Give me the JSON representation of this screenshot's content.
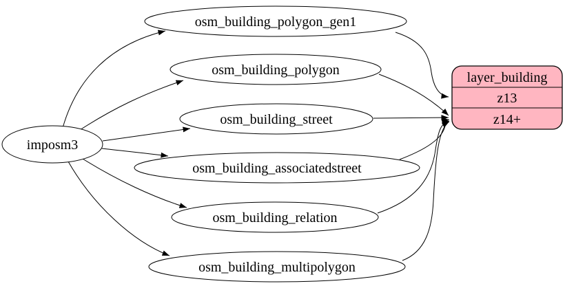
{
  "diagram": {
    "type": "etl-flow-graph",
    "background_color": "#ffffff",
    "edge_color": "#000000",
    "node_stroke_color": "#000000",
    "node_fill_color": "#ffffff"
  },
  "source_node": {
    "label": "imposm3"
  },
  "table_nodes": [
    {
      "label": "osm_building_polygon_gen1"
    },
    {
      "label": "osm_building_polygon"
    },
    {
      "label": "osm_building_street"
    },
    {
      "label": "osm_building_associatedstreet"
    },
    {
      "label": "osm_building_relation"
    },
    {
      "label": "osm_building_multipolygon"
    }
  ],
  "layer_node": {
    "title": "layer_building",
    "fill_color": "#ffb6c1",
    "rows": [
      {
        "label": "z13"
      },
      {
        "label": "z14+"
      }
    ]
  },
  "edges": [
    {
      "from": "imposm3",
      "to": "osm_building_polygon_gen1"
    },
    {
      "from": "imposm3",
      "to": "osm_building_polygon"
    },
    {
      "from": "imposm3",
      "to": "osm_building_street"
    },
    {
      "from": "imposm3",
      "to": "osm_building_associatedstreet"
    },
    {
      "from": "imposm3",
      "to": "osm_building_relation"
    },
    {
      "from": "imposm3",
      "to": "osm_building_multipolygon"
    },
    {
      "from": "osm_building_polygon_gen1",
      "to": "layer_building.z13"
    },
    {
      "from": "osm_building_polygon",
      "to": "layer_building.z14+"
    },
    {
      "from": "osm_building_street",
      "to": "layer_building.z14+"
    },
    {
      "from": "osm_building_associatedstreet",
      "to": "layer_building.z14+"
    },
    {
      "from": "osm_building_relation",
      "to": "layer_building.z14+"
    },
    {
      "from": "osm_building_multipolygon",
      "to": "layer_building.z14+"
    }
  ]
}
